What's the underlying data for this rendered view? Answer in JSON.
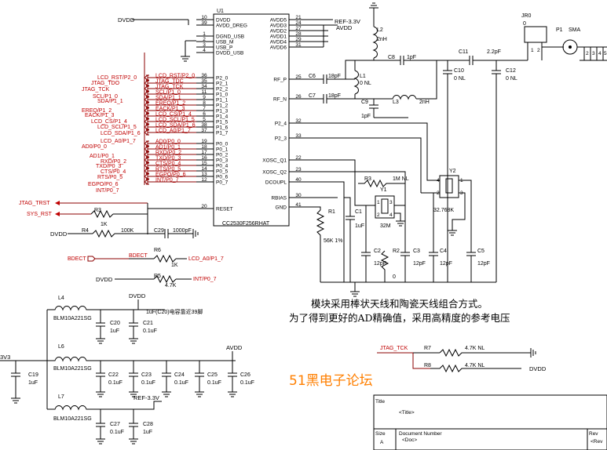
{
  "ic": {
    "ref": "U1",
    "part": "CC2530F256RHAT",
    "left_pins": [
      {
        "name": "DVDD",
        "num": "10"
      },
      {
        "name": "AVDD_DREG",
        "num": "39"
      },
      {
        "name": "DGND_USB",
        "num": "1"
      },
      {
        "name": "USB_M",
        "num": "2"
      },
      {
        "name": "USB_P",
        "num": "3"
      },
      {
        "name": "DVDD_USB",
        "num": "4"
      },
      {
        "name": "P2_0",
        "num": "36"
      },
      {
        "name": "P2_1",
        "num": "35"
      },
      {
        "name": "P2_2",
        "num": "34"
      },
      {
        "name": "P1_0",
        "num": "11"
      },
      {
        "name": "P1_1",
        "num": "9"
      },
      {
        "name": "P1_2",
        "num": "8"
      },
      {
        "name": "P1_3",
        "num": "7"
      },
      {
        "name": "P1_4",
        "num": "6"
      },
      {
        "name": "P1_5",
        "num": "5"
      },
      {
        "name": "P1_6",
        "num": "38"
      },
      {
        "name": "P1_7",
        "num": "37"
      },
      {
        "name": "P0_0",
        "num": "19"
      },
      {
        "name": "P0_1",
        "num": "18"
      },
      {
        "name": "P0_2",
        "num": "17"
      },
      {
        "name": "P0_3",
        "num": "16"
      },
      {
        "name": "P0_4",
        "num": "15"
      },
      {
        "name": "P0_5",
        "num": "14"
      },
      {
        "name": "P0_6",
        "num": "13"
      },
      {
        "name": "P0_7",
        "num": "12"
      },
      {
        "name": "RESET",
        "num": "20"
      }
    ],
    "right_pins": [
      {
        "name": "AVDD5",
        "num": "21"
      },
      {
        "name": "AVDD3",
        "num": "24"
      },
      {
        "name": "AVDD2",
        "num": "27"
      },
      {
        "name": "AVDD1",
        "num": "28"
      },
      {
        "name": "AVDD4",
        "num": "29"
      },
      {
        "name": "AVDD6",
        "num": "31"
      },
      {
        "name": "RF_P",
        "num": "25"
      },
      {
        "name": "RF_N",
        "num": "26"
      },
      {
        "name": "P2_4",
        "num": "32"
      },
      {
        "name": "P2_3",
        "num": "33"
      },
      {
        "name": "XOSC_Q1",
        "num": "22"
      },
      {
        "name": "XOSC_Q2",
        "num": "23"
      },
      {
        "name": "DCOUPL",
        "num": "40"
      },
      {
        "name": "RBIAS",
        "num": "30"
      },
      {
        "name": "GND",
        "num": "41"
      }
    ]
  },
  "port_nets": [
    "LCD_RST/P2_0",
    "JTAG_TDC",
    "JTAG_TCK",
    "SCL/P1_0",
    "SDA/P1_1",
    "EREQ/P1_2",
    "EACK/P1_3",
    "LCD_CS/P1_4",
    "LCD_SCL/P1_5",
    "LCD_SDA/P1_6",
    "LCD_A0/P1_7",
    "AD0/P0_0",
    "AD1/P0_1",
    "RXD/P0_2",
    "TXD/P0_3",
    "CTS/P0_4",
    "RTS/P0_5",
    "EGPO/P0_6",
    "INT/P0_7"
  ],
  "left_nets": [
    "LCD_RST/P2_0",
    "JTAG_TDO",
    "JTAG_TCK",
    "SCL/P1_0",
    "SDA/P1_1",
    "EREQ/P1_2",
    "EACK/P1_3",
    "LCD_CS/P1_4",
    "LCD_SCL/P1_5",
    "LCD_SDA/P1_6",
    "LCD_A0/P1_7",
    "AD0/P0_0",
    "AD1/P0_1",
    "RXD/P0_2",
    "TXD/P0_3",
    "CTS/P0_4",
    "RTS/P0_5",
    "EGPO/P0_6",
    "INT/P0_7"
  ],
  "nets": {
    "dvdd": "DVDD",
    "avdd": "AVDD",
    "ref": "REF-3.3V",
    "v3": "3V3",
    "jtag_trst": "JTAG_TRST",
    "sys_rst": "SYS_RST",
    "bdect": "BDECT",
    "bdect_in": "BDECT",
    "lcd_a0": "LCD_A0/P1_7",
    "int": "INT/P0_7",
    "jtag_tck": "JTAG_TCK"
  },
  "parts": {
    "R3": {
      "ref": "R3",
      "val": "1K"
    },
    "R4": {
      "ref": "R4",
      "val": "100K"
    },
    "C29": {
      "ref": "C29",
      "val": "1000pF"
    },
    "R6": {
      "ref": "R6",
      "val": "1K"
    },
    "R5": {
      "ref": "R5",
      "val": "4.7K"
    },
    "L2": {
      "ref": "L2",
      "val": "2nH"
    },
    "L1": {
      "ref": "L1",
      "val": "0 NL"
    },
    "L3": {
      "ref": "L3",
      "val": "2nH"
    },
    "C8": {
      "ref": "C8",
      "val": "1pF"
    },
    "C6": {
      "ref": "C6",
      "val": "18pF"
    },
    "C7": {
      "ref": "C7",
      "val": "18pF"
    },
    "C9": {
      "ref": "C9",
      "val": "1pF"
    },
    "C10": {
      "ref": "C10",
      "val": "0 NL"
    },
    "C11": {
      "ref": "C11",
      "val": ""
    },
    "C11v": {
      "ref": "",
      "val": "2.2pF"
    },
    "C12": {
      "ref": "C12",
      "val": "0 NL"
    },
    "JR0": {
      "ref": "JR0",
      "val": "0"
    },
    "P1": {
      "ref": "P1",
      "val": "SMA"
    },
    "R1": {
      "ref": "R1",
      "val": "56K 1%"
    },
    "C1": {
      "ref": "C1",
      "val": "1uF"
    },
    "R3x": {
      "ref": "R3",
      "val": "1M NL"
    },
    "Y1": {
      "ref": "Y1",
      "val": "32M"
    },
    "Y2": {
      "ref": "Y2",
      "val": "32.768K"
    },
    "C2": {
      "ref": "C2",
      "val": "12pF"
    },
    "R2": {
      "ref": "R2",
      "val": "0"
    },
    "C3": {
      "ref": "C3",
      "val": "12pF"
    },
    "C4": {
      "ref": "C4",
      "val": "12pF"
    },
    "C5": {
      "ref": "C5",
      "val": "12pF"
    },
    "L4": {
      "ref": "L4",
      "val": "BLM10A221SG"
    },
    "L6": {
      "ref": "L6",
      "val": "BLM10A221SG"
    },
    "L7": {
      "ref": "L7",
      "val": "BLM10A221SG"
    },
    "C20": {
      "ref": "C20",
      "val": "1uF"
    },
    "C21": {
      "ref": "C21",
      "val": "0.1uF"
    },
    "C19": {
      "ref": "C19",
      "val": "1uF"
    },
    "C22": {
      "ref": "C22",
      "val": "0.1uF"
    },
    "C23": {
      "ref": "C23",
      "val": "0.1uF"
    },
    "C24": {
      "ref": "C24",
      "val": "0.1uF"
    },
    "C25": {
      "ref": "C25",
      "val": "0.1uF"
    },
    "C26": {
      "ref": "C26",
      "val": "0.1uF"
    },
    "C27": {
      "ref": "C27",
      "val": "0.1uF"
    },
    "C28": {
      "ref": "C28",
      "val": "1uF"
    },
    "R7": {
      "ref": "R7",
      "val": "4.7K NL"
    },
    "R8": {
      "ref": "R8",
      "val": "4.7K NL"
    }
  },
  "notes": {
    "cap_note": "1uF(C20)电容靠近39脚",
    "line1": "模块采用棒状天线和陶瓷天线组合方式。",
    "line2": "为了得到更好的AD精确值，采用高精度的参考电压",
    "watermark": "51黑电子论坛"
  },
  "title_block": {
    "title_label": "Title",
    "title_val": "<Title>",
    "size_label": "Size",
    "size_val": "A",
    "doc_label": "Document Number",
    "doc_val": "<Doc>",
    "rev_label": "Rev",
    "rev_val": "<Rev"
  },
  "pin_nums": {
    "y1": [
      "1",
      "2",
      "3",
      "4"
    ],
    "y2": [
      "4",
      "1",
      "2",
      "3"
    ],
    "p1": [
      "2",
      "3",
      "4",
      "5"
    ],
    "jr0": [
      "1",
      "2"
    ]
  }
}
